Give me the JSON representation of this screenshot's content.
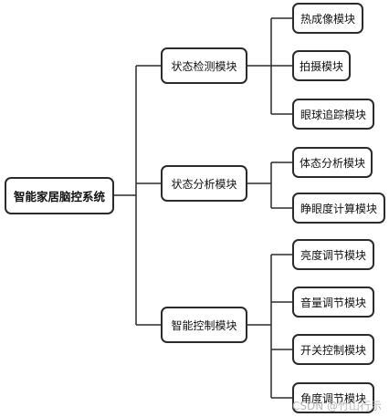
{
  "root": {
    "label": "智能家居脑控系统"
  },
  "modules": [
    {
      "label": "状态检测模块",
      "children": [
        "热成像模块",
        "拍摄模块",
        "眼球追踪模块"
      ]
    },
    {
      "label": "状态分析模块",
      "children": [
        "体态分析模块",
        "睁眼度计算模块"
      ]
    },
    {
      "label": "智能控制模块",
      "children": [
        "亮度调节模块",
        "音量调节模块",
        "开关控制模块",
        "角度调节模块"
      ]
    }
  ],
  "watermark": "CSDN @竹山行示",
  "colors": {
    "line": "#2b2b2b",
    "border": "#2b2b2b",
    "background": "#ffffff"
  }
}
